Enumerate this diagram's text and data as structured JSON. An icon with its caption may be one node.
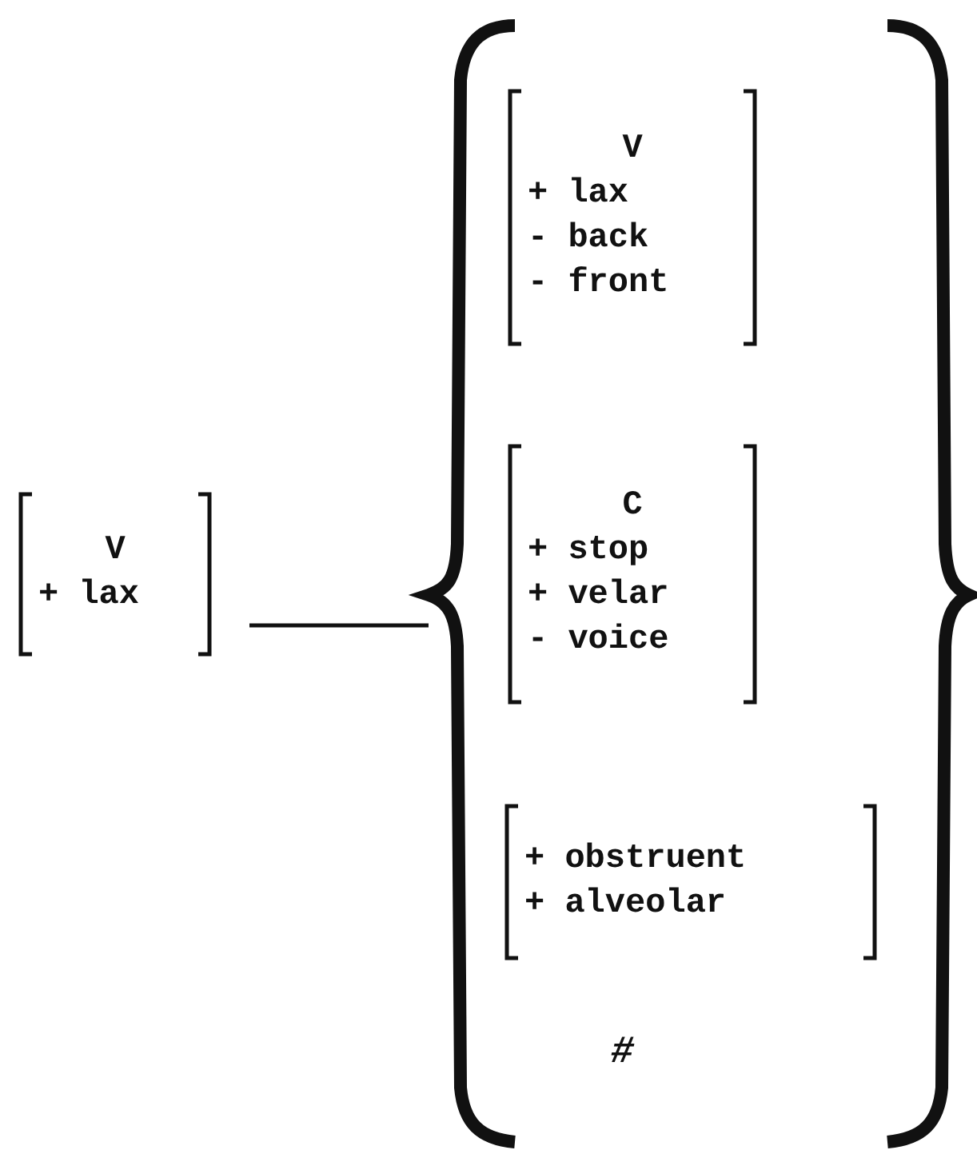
{
  "diagram": {
    "nodes": [
      {
        "text": [
          "V",
          "+ lax"
        ]
      },
      {
        "text": [
          "V",
          "+ lax",
          "- back",
          "- front"
        ]
      },
      {
        "text": [
          "C",
          "+ stop",
          "+ velar",
          "- voice"
        ]
      },
      {
        "text": [
          "+ obstruent",
          "+ alveolar"
        ]
      }
    ],
    "labels": [
      "#"
    ]
  }
}
